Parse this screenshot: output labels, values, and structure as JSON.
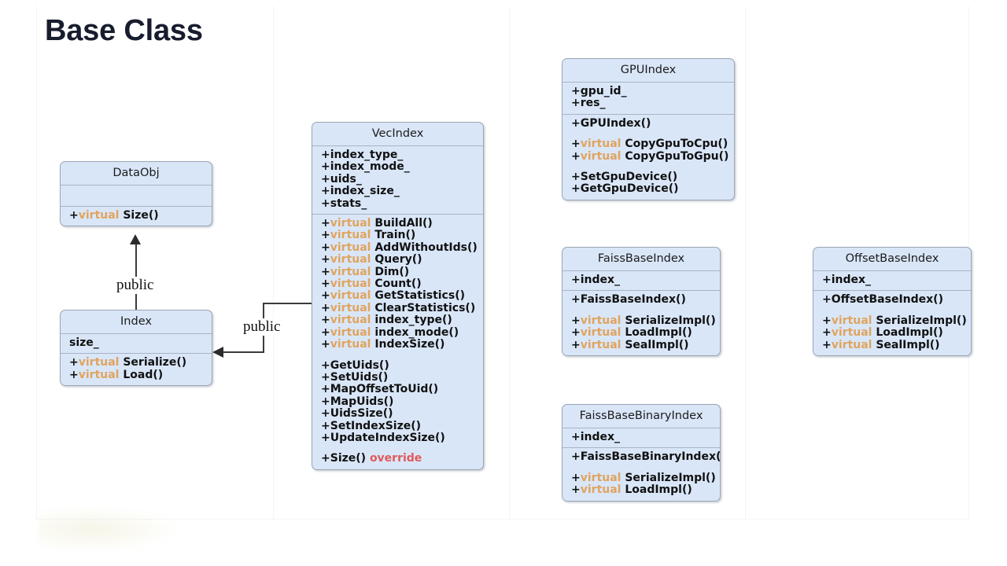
{
  "slide": {
    "title": "Base Class"
  },
  "keywords": {
    "virtual": "virtual",
    "override": "override",
    "plus": "+"
  },
  "colors": {
    "box_fill": "#d9e6f8",
    "box_border": "#9aa6b4",
    "separator": "#a8b4c4",
    "title_text": "#171c2e",
    "virtual_keyword": "#e0a45e",
    "override_keyword": "#e05a5a",
    "connector": "#3b3b3b",
    "page_background": "#ffffff"
  },
  "classes": {
    "dataobj": {
      "name": "DataObj",
      "attributes": [],
      "methods": [
        {
          "vis": "+",
          "virtual": true,
          "text": "Size()"
        }
      ]
    },
    "index": {
      "name": "Index",
      "attributes": [
        {
          "vis": "",
          "virtual": false,
          "text": "size_"
        }
      ],
      "methods": [
        {
          "vis": "+",
          "virtual": true,
          "text": "Serialize()"
        },
        {
          "vis": "+",
          "virtual": true,
          "text": "Load()"
        }
      ]
    },
    "vecindex": {
      "name": "VecIndex",
      "attributes": [
        {
          "vis": "+",
          "virtual": false,
          "text": "index_type_"
        },
        {
          "vis": "+",
          "virtual": false,
          "text": "index_mode_"
        },
        {
          "vis": "+",
          "virtual": false,
          "text": "uids_"
        },
        {
          "vis": "+",
          "virtual": false,
          "text": "index_size_"
        },
        {
          "vis": "+",
          "virtual": false,
          "text": "stats_"
        }
      ],
      "methods_virtual": [
        {
          "vis": "+",
          "virtual": true,
          "text": "BuildAll()"
        },
        {
          "vis": "+",
          "virtual": true,
          "text": "Train()"
        },
        {
          "vis": "+",
          "virtual": true,
          "text": "AddWithoutIds()"
        },
        {
          "vis": "+",
          "virtual": true,
          "text": "Query()"
        },
        {
          "vis": "+",
          "virtual": true,
          "text": "Dim()"
        },
        {
          "vis": "+",
          "virtual": true,
          "text": "Count()"
        },
        {
          "vis": "+",
          "virtual": true,
          "text": "GetStatistics()"
        },
        {
          "vis": "+",
          "virtual": true,
          "text": "ClearStatistics()"
        },
        {
          "vis": "+",
          "virtual": true,
          "text": "index_type()"
        },
        {
          "vis": "+",
          "virtual": true,
          "text": "index_mode()"
        },
        {
          "vis": "+",
          "virtual": true,
          "text": "IndexSize()"
        }
      ],
      "methods_plain": [
        {
          "vis": "+",
          "virtual": false,
          "text": "GetUids()"
        },
        {
          "vis": "+",
          "virtual": false,
          "text": "SetUids()"
        },
        {
          "vis": "+",
          "virtual": false,
          "text": "MapOffsetToUid()"
        },
        {
          "vis": "+",
          "virtual": false,
          "text": "MapUids()"
        },
        {
          "vis": "+",
          "virtual": false,
          "text": "UidsSize()"
        },
        {
          "vis": "+",
          "virtual": false,
          "text": "SetIndexSize()"
        },
        {
          "vis": "+",
          "virtual": false,
          "text": "UpdateIndexSize()"
        }
      ],
      "methods_override": [
        {
          "vis": "+",
          "virtual": false,
          "override": true,
          "text": "Size()"
        }
      ]
    },
    "gpuindex": {
      "name": "GPUIndex",
      "attributes": [
        {
          "vis": "+",
          "virtual": false,
          "text": "gpu_id_"
        },
        {
          "vis": "+",
          "virtual": false,
          "text": "res_"
        }
      ],
      "ctors": [
        {
          "vis": "+",
          "virtual": false,
          "text": "GPUIndex()"
        }
      ],
      "methods_virtual": [
        {
          "vis": "+",
          "virtual": true,
          "text": "CopyGpuToCpu()"
        },
        {
          "vis": "+",
          "virtual": true,
          "text": "CopyGpuToGpu()"
        }
      ],
      "methods_plain": [
        {
          "vis": "+",
          "virtual": false,
          "text": "SetGpuDevice()"
        },
        {
          "vis": "+",
          "virtual": false,
          "text": "GetGpuDevice()"
        }
      ]
    },
    "faissbaseindex": {
      "name": "FaissBaseIndex",
      "attributes": [
        {
          "vis": "+",
          "virtual": false,
          "text": "index_"
        }
      ],
      "ctors": [
        {
          "vis": "+",
          "virtual": false,
          "text": "FaissBaseIndex()"
        }
      ],
      "methods_virtual": [
        {
          "vis": "+",
          "virtual": true,
          "text": "SerializeImpl()"
        },
        {
          "vis": "+",
          "virtual": true,
          "text": "LoadImpl()"
        },
        {
          "vis": "+",
          "virtual": true,
          "text": "SealImpl()"
        }
      ]
    },
    "offsetbaseindex": {
      "name": "OffsetBaseIndex",
      "attributes": [
        {
          "vis": "+",
          "virtual": false,
          "text": "index_"
        }
      ],
      "ctors": [
        {
          "vis": "+",
          "virtual": false,
          "text": "OffsetBaseIndex()"
        }
      ],
      "methods_virtual": [
        {
          "vis": "+",
          "virtual": true,
          "text": "SerializeImpl()"
        },
        {
          "vis": "+",
          "virtual": true,
          "text": "LoadImpl()"
        },
        {
          "vis": "+",
          "virtual": true,
          "text": "SealImpl()"
        }
      ]
    },
    "faissbasebinaryindex": {
      "name": "FaissBaseBinaryIndex",
      "attributes": [
        {
          "vis": "+",
          "virtual": false,
          "text": "index_"
        }
      ],
      "ctors": [
        {
          "vis": "+",
          "virtual": false,
          "text": "FaissBaseBinaryIndex()"
        }
      ],
      "methods_virtual": [
        {
          "vis": "+",
          "virtual": true,
          "text": "SerializeImpl()"
        },
        {
          "vis": "+",
          "virtual": true,
          "text": "LoadImpl()"
        }
      ]
    }
  },
  "connectors": [
    {
      "id": "index-to-dataobj",
      "label": "public",
      "from": "Index",
      "to": "DataObj"
    },
    {
      "id": "vecindex-to-index",
      "label": "public",
      "from": "VecIndex",
      "to": "Index"
    }
  ]
}
